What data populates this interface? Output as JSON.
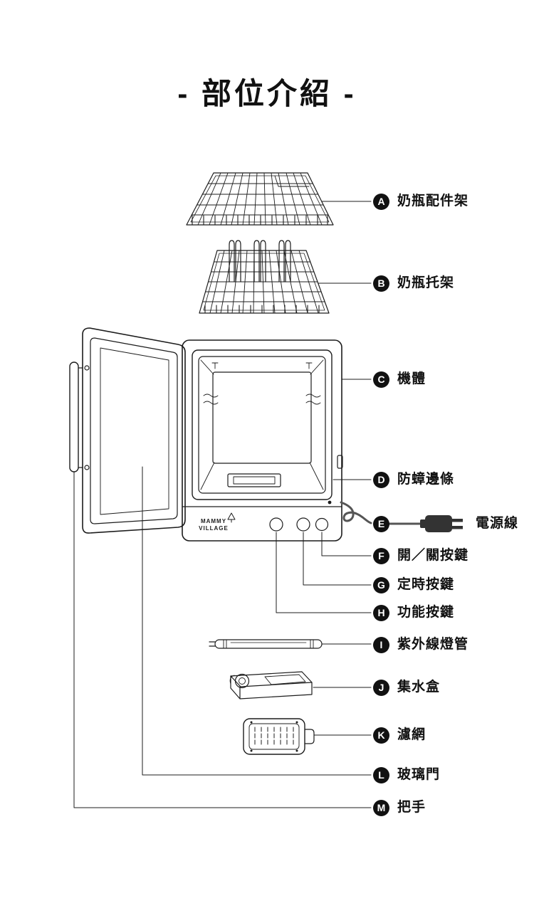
{
  "title": "- 部位介紹 -",
  "brand": {
    "line1": "MAMMY",
    "line2": "VILLAGE"
  },
  "colors": {
    "ink": "#1c1c1c",
    "badge": "#111111",
    "cord": "#555555"
  },
  "parts": [
    {
      "letter": "A",
      "label": "奶瓶配件架"
    },
    {
      "letter": "B",
      "label": "奶瓶托架"
    },
    {
      "letter": "C",
      "label": "機體"
    },
    {
      "letter": "D",
      "label": "防蟑邊條"
    },
    {
      "letter": "E",
      "label": "電源線"
    },
    {
      "letter": "F",
      "label": "開／關按鍵"
    },
    {
      "letter": "G",
      "label": "定時按鍵"
    },
    {
      "letter": "H",
      "label": "功能按鍵"
    },
    {
      "letter": "I",
      "label": "紫外線燈管"
    },
    {
      "letter": "J",
      "label": "集水盒"
    },
    {
      "letter": "K",
      "label": "濾網"
    },
    {
      "letter": "L",
      "label": "玻璃門"
    },
    {
      "letter": "M",
      "label": "把手"
    }
  ]
}
